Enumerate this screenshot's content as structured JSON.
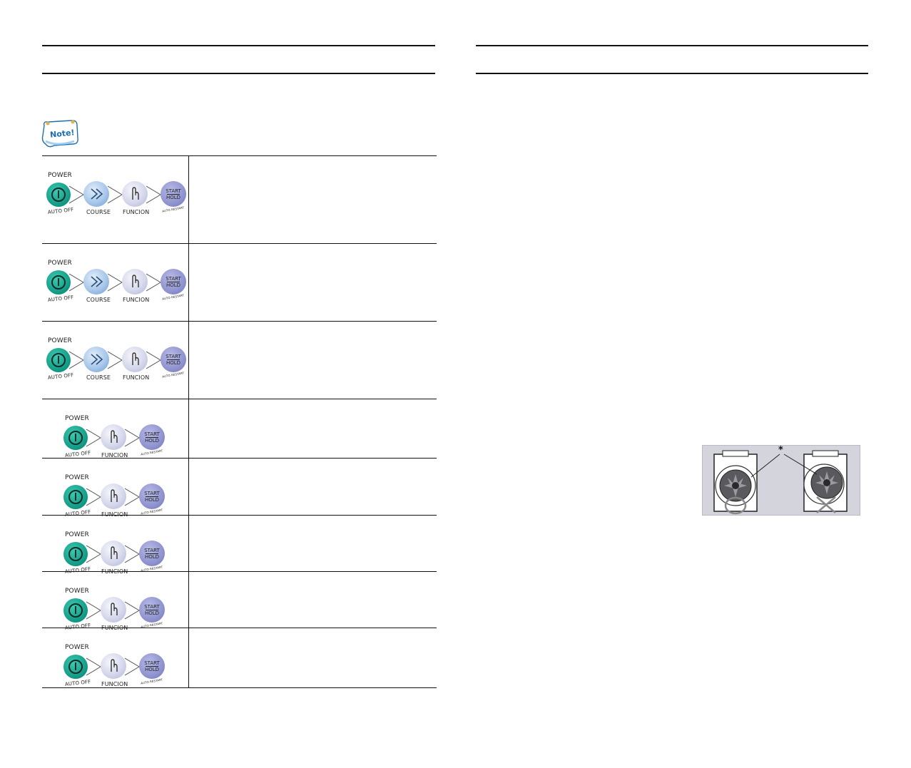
{
  "note_badge": {
    "label": "Note!"
  },
  "button_labels": {
    "power": "POWER",
    "auto_off": "AUTO OFF",
    "course": "COURSE",
    "funcion": "FUNCION",
    "start": "START",
    "hold": "HOLD",
    "auto_restart": "AUTO RESTART"
  },
  "sequence_rows": [
    {
      "buttons": [
        "power",
        "course",
        "funcion",
        "start"
      ]
    },
    {
      "buttons": [
        "power",
        "course",
        "funcion",
        "start"
      ]
    },
    {
      "buttons": [
        "power",
        "course",
        "funcion",
        "start"
      ]
    },
    {
      "buttons": [
        "power",
        "funcion",
        "start"
      ]
    },
    {
      "buttons": [
        "power",
        "funcion",
        "start"
      ]
    },
    {
      "buttons": [
        "power",
        "funcion",
        "start"
      ]
    },
    {
      "buttons": [
        "power",
        "funcion",
        "start"
      ]
    },
    {
      "buttons": [
        "power",
        "funcion",
        "start"
      ]
    }
  ],
  "diagram": {
    "marker": "*",
    "correct_symbol": "○",
    "wrong_symbol": "×"
  },
  "colors": {
    "power": "#129b86",
    "course": "#a8c7ea",
    "funcion": "#d5d8ec",
    "start": "#8f93cf"
  }
}
